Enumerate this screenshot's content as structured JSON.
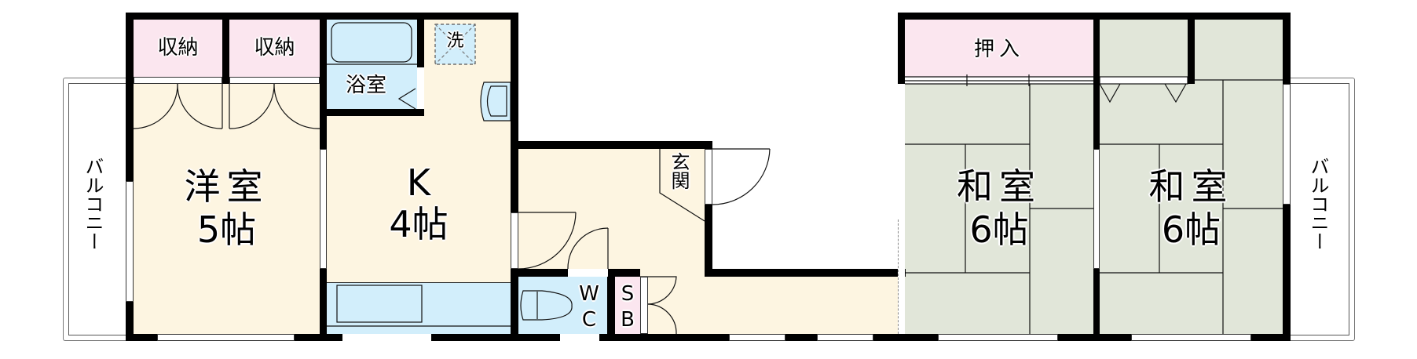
{
  "floor_plan": {
    "rooms": {
      "western_room": {
        "name": "洋室",
        "size": "5帖"
      },
      "kitchen": {
        "name": "K",
        "size": "4帖"
      },
      "japanese_room_1": {
        "name": "和室",
        "size": "6帖"
      },
      "japanese_room_2": {
        "name": "和室",
        "size": "6帖"
      }
    },
    "labels": {
      "storage_1": "収納",
      "storage_2": "収納",
      "bath": "浴室",
      "washer": "洗",
      "entrance": "玄関",
      "oshiire": "押入",
      "wc_w": "W",
      "wc_c": "C",
      "sb_s": "S",
      "sb_b": "B",
      "balcony_left": "バルコニー",
      "balcony_right": "バルコニー"
    },
    "colors": {
      "wood_floor": "#fdf5e1",
      "storage": "#fbe6ef",
      "wet_area": "#d2eefb",
      "tatami": "#e1e6d9",
      "wall": "#000000"
    }
  }
}
